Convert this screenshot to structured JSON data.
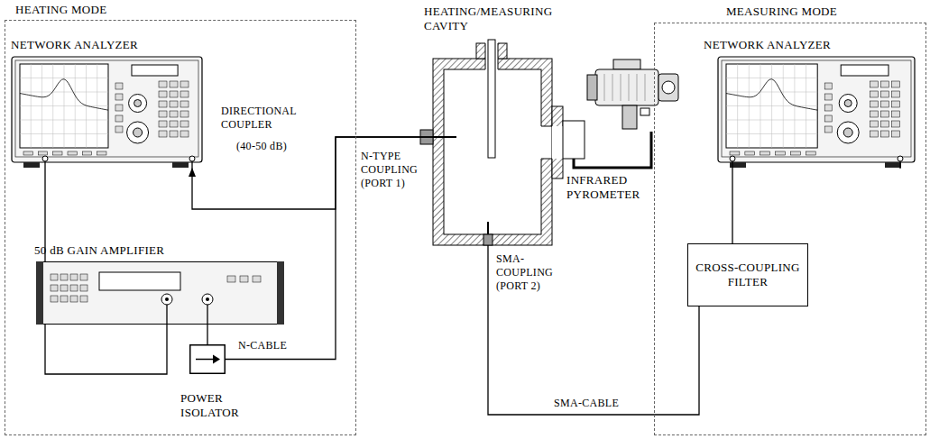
{
  "diagram": {
    "nodes": [
      {
        "text": [
          "HEATING MODE"
        ]
      },
      {
        "text": [
          "NETWORK ANALYZER"
        ],
        "in": 0
      },
      {
        "text": [
          "50 dB GAIN AMPLIFIER"
        ],
        "in": 0
      },
      {
        "text": [
          "POWER ISOLATOR"
        ],
        "in": 0
      },
      {
        "text": [
          "HEATING/MEASURING CAVITY"
        ]
      },
      {
        "text": [
          "INFRARED PYROMETER"
        ]
      },
      {
        "text": [
          "MEASURING MODE"
        ]
      },
      {
        "text": [
          "NETWORK ANALYZER"
        ],
        "in": 6
      },
      {
        "text": [
          "CROSS-COUPLING FILTER"
        ],
        "in": 6
      }
    ],
    "edges": [
      {
        "from": 1,
        "to": 2,
        "arrow": "none"
      },
      {
        "from": 2,
        "to": 3,
        "arrow": "none"
      },
      {
        "from": 3,
        "to": 4,
        "label": "N-CABLE",
        "arrow": "none"
      },
      {
        "from": 4,
        "to": 1,
        "arrow": "to"
      },
      {
        "from": 4,
        "to": 8,
        "label": "SMA-CABLE",
        "arrow": "none"
      },
      {
        "from": 8,
        "to": 7,
        "arrow": "none"
      }
    ],
    "labels": [
      "DIRECTIONAL COUPLER",
      "(40-50 dB)",
      "N-TYPE COUPLING (PORT 1)",
      "SMA-COUPLING (PORT 2)"
    ]
  }
}
